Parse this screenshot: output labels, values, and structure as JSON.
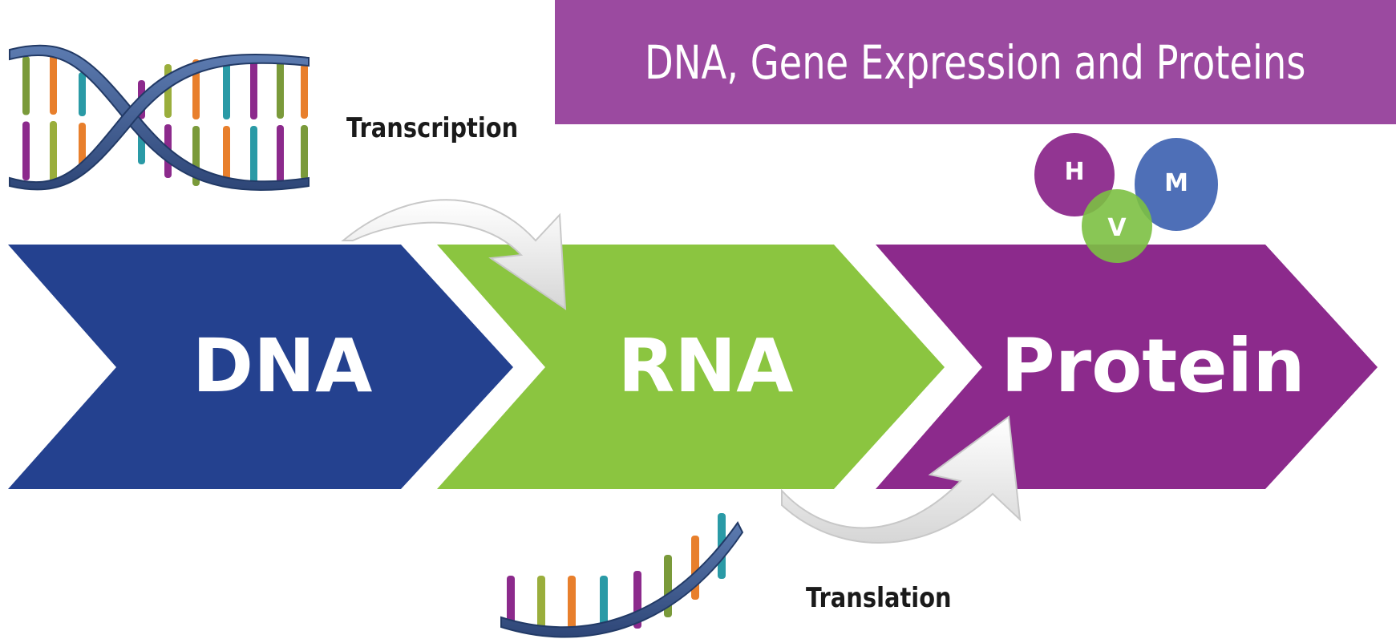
{
  "title": "DNA, Gene Expression and Proteins",
  "stages": [
    {
      "label": "DNA",
      "color": "#24418f"
    },
    {
      "label": "RNA",
      "color": "#8bc540"
    },
    {
      "label": "Protein",
      "color": "#8c2a8c"
    }
  ],
  "arrows": {
    "transcription": "Transcription",
    "translation": "Translation"
  },
  "bubbles": [
    {
      "letter": "H",
      "color": "#8c2a8c"
    },
    {
      "letter": "M",
      "color": "#4467b3"
    },
    {
      "letter": "V",
      "color": "#7cc043"
    }
  ],
  "colors": {
    "banner": "#9b4aa0",
    "helix_backbone": "#3c5a8f",
    "curved_arrow": "#eeeeee"
  }
}
